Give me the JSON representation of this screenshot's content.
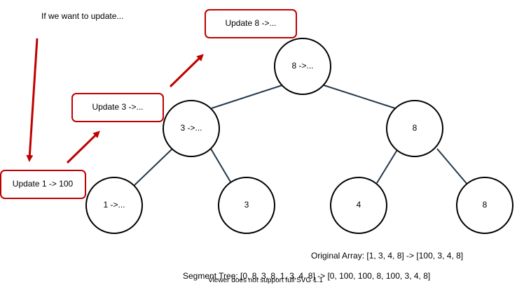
{
  "intro_text": "If we want to update...",
  "callouts": {
    "update_8": "Update 8 ->...",
    "update_3": "Update 3 ->...",
    "update_1": "Update 1 -> 100"
  },
  "nodes": {
    "root": "8 ->...",
    "left": "3 ->...",
    "right": "8",
    "leaf_1": "1 ->...",
    "leaf_3": "3",
    "leaf_4": "4",
    "leaf_8": "8"
  },
  "original_array": "Original Array: [1, 3, 4, 8] -> [100, 3, 4, 8]",
  "segment_tree": "Segment Tree: [0, 8, 3, 8, 1, 3, 4, 8] -> [0, 100, 100, 8, 100, 3, 4, 8]",
  "viewer_note": "Viewer does not support full SVG 1.1",
  "colors": {
    "edge": "#23384a",
    "arrow": "#c00000",
    "callout_border": "#c00000",
    "node_border": "#000000"
  }
}
